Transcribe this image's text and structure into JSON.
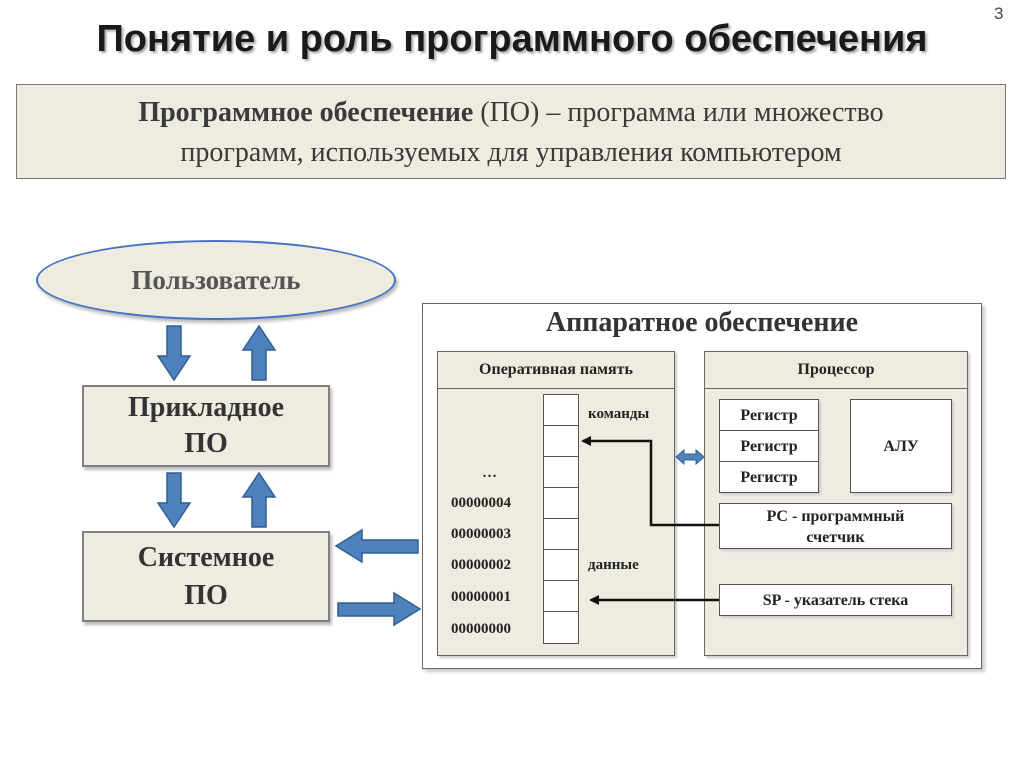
{
  "slide_number": "3",
  "title": "Понятие и роль программного обеспечения",
  "definition": {
    "term": "Программное обеспечение",
    "rest_line1": " (ПО) – программа или множество",
    "line2": "программ, используемых для управления компьютером"
  },
  "user": "Пользователь",
  "app_software": {
    "line1": "Прикладное",
    "line2": "ПО"
  },
  "system_software": {
    "line1": "Системное",
    "line2": "ПО"
  },
  "hardware": {
    "title": "Аппаратное обеспечение",
    "ram": {
      "title": "Оперативная память",
      "ellipsis": "…",
      "addresses": [
        "00000004",
        "00000003",
        "00000002",
        "00000001",
        "00000000"
      ],
      "commands_label": "команды",
      "data_label": "данные"
    },
    "cpu": {
      "title": "Процессор",
      "registers": [
        "Регистр",
        "Регистр",
        "Регистр"
      ],
      "alu": "АЛУ",
      "pc": {
        "line1": "PC - программный",
        "line2": "счетчик"
      },
      "sp": "SP - указатель стека"
    }
  },
  "colors": {
    "arrow_fill": "#4f81bd",
    "arrow_stroke": "#2f5f95",
    "panel_bg": "#eeece1",
    "ellipse_border": "#4472c4"
  }
}
